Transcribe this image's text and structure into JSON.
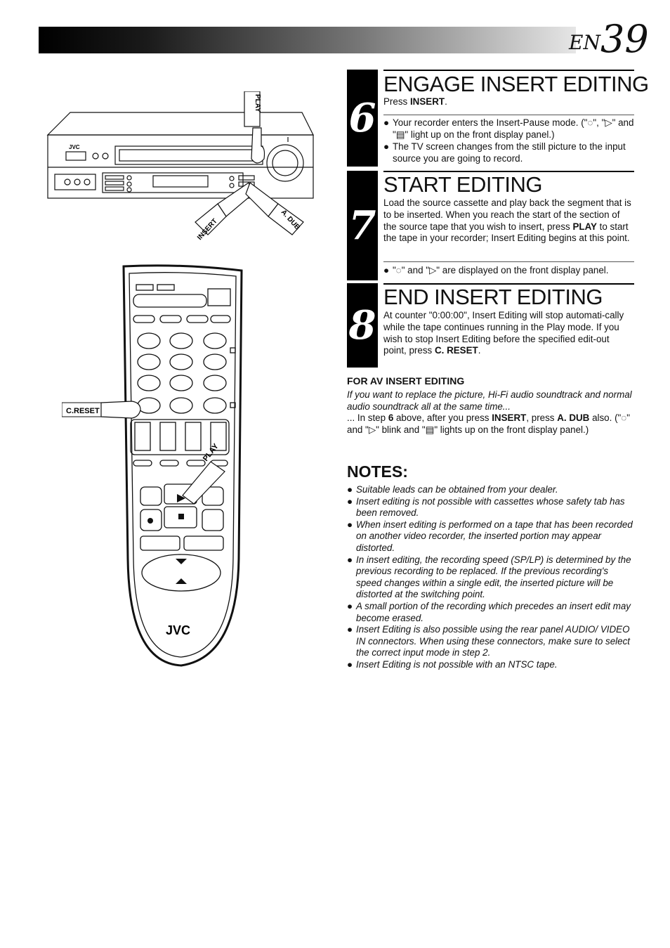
{
  "header": {
    "lang": "EN",
    "page_number": "39"
  },
  "vcr_labels": {
    "play": "PLAY",
    "insert": "INSERT",
    "a_dub": "A. DUB",
    "brand": "JVC"
  },
  "remote_labels": {
    "c_reset": "C.RESET",
    "play": "PLAY",
    "brand": "JVC"
  },
  "steps": [
    {
      "number": "6",
      "title": "ENGAGE INSERT EDITING",
      "intro_pre": "Press ",
      "intro_bold": "INSERT",
      "intro_post": ".",
      "bullets": [
        "Your recorder enters the Insert-Pause mode. (\"◌\", \"▷\" and \"▤\" light up on the front display panel.)",
        "The TV screen changes from the still picture to the input source you are going to record."
      ]
    },
    {
      "number": "7",
      "title": "START EDITING",
      "body_a": "Load the source cassette and play back the segment that is to be inserted. When you reach the start of the section of the source tape that you wish to insert, press ",
      "body_bold": "PLAY",
      "body_b": " to start the tape in your recorder; Insert Editing begins at this point.",
      "bullets": [
        "\"◌\" and \"▷\" are displayed on the front display panel."
      ]
    },
    {
      "number": "8",
      "title": "END INSERT EDITING",
      "body_a": "At counter \"0:00:00\", Insert Editing will stop automati-cally while the tape continues running in the Play mode.  If you wish to stop Insert Editing before the specified edit-out point, press ",
      "body_bold": "C. RESET",
      "body_b": "."
    }
  ],
  "av_insert": {
    "heading": "FOR AV INSERT EDITING",
    "italic": "If you want to replace the picture, Hi-Fi audio soundtrack and normal audio soundtrack all at the same time...",
    "p1": "... In step ",
    "p1_step": "6",
    "p2": " above, after you press ",
    "p2_bold": "INSERT",
    "p3": ", press ",
    "p3_bold": "A. DUB",
    "p4": " also. (\"◌\" and \"▷\" blink and \"▤\" lights up on the front display panel.)"
  },
  "notes": {
    "title": "NOTES:",
    "items": [
      "Suitable leads can be obtained from your dealer.",
      "Insert editing is not possible with cassettes whose safety tab has been removed.",
      "When insert editing is performed on a tape that has been recorded on another video recorder, the inserted portion may appear distorted.",
      "In insert editing, the recording speed (SP/LP) is determined by the previous recording to be replaced. If the previous recording's speed changes within a single edit, the inserted picture will be distorted at the switching point.",
      "A small portion of the recording which precedes an insert edit may become erased.",
      "Insert Editing is also possible using the rear panel AUDIO/ VIDEO IN connectors. When using these connectors, make sure to select the correct input mode in step 2.",
      "Insert Editing is not possible with an NTSC tape."
    ]
  }
}
